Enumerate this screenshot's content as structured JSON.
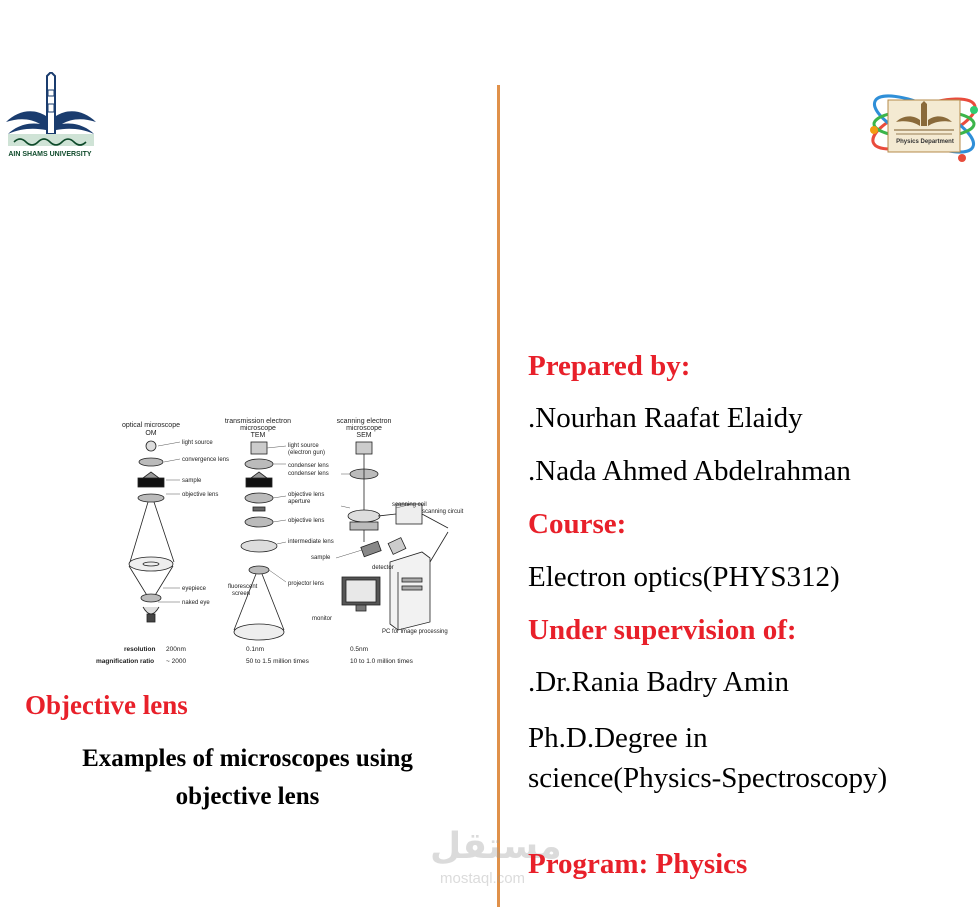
{
  "logos": {
    "left_caption": "AIN SHAMS UNIVERSITY",
    "right_caption": "Physics Department"
  },
  "figure": {
    "columns": [
      {
        "title_lines": [
          "optical microscope",
          "OM"
        ]
      },
      {
        "title_lines": [
          "transmission electron",
          "microscope",
          "TEM"
        ]
      },
      {
        "title_lines": [
          "scanning electron",
          "microscope",
          "SEM"
        ]
      }
    ],
    "labels": {
      "light_source": "light source",
      "convergence_lens": "convergence lens",
      "sample": "sample",
      "objective_lens": "objective lens",
      "eyepiece": "eyepiece",
      "naked_eye": "naked eye",
      "light_source_gun_1": "light source",
      "light_source_gun_2": "(electron gun)",
      "condenser_lens": "condenser lens",
      "objective_lens_aperture_1": "objective lens",
      "objective_lens_aperture_2": "aperture",
      "objective_lens_tem": "objective lens",
      "intermediate_lens": "intermediate lens",
      "projector_lens": "projector lens",
      "fluorescent_screen_1": "fluorescent",
      "fluorescent_screen_2": "screen",
      "sample_sem": "sample",
      "scanning_coil": "scanning coil",
      "scanning_circuit": "scanning circuit",
      "detector": "detector",
      "monitor": "monitor",
      "pc": "PC for image processing"
    },
    "specs": {
      "resolution_label": "resolution",
      "magnification_label": "magnification ratio",
      "om_resolution": "200nm",
      "om_magnification": "~ 2000",
      "tem_resolution": "0.1nm",
      "tem_magnification": "50 to 1.5 million times",
      "sem_resolution": "0.5nm",
      "sem_magnification": "10 to 1.0 million times"
    }
  },
  "left": {
    "title": "Objective lens",
    "caption_line1": "Examples of microscopes using",
    "caption_line2": "objective lens"
  },
  "right": {
    "prepared_by": "Prepared by:",
    "author1": ".Nourhan Raafat Elaidy",
    "author2": ".Nada Ahmed Abdelrahman",
    "course_heading": "Course:",
    "course": "Electron optics(PHYS312)",
    "supervision_heading": "Under supervision of:",
    "supervisor": ".Dr.Rania Badry Amin",
    "degree_line1": "Ph.D.Degree in",
    "degree_line2": "science(Physics-Spectroscopy)",
    "program": "Program: Physics"
  },
  "watermark": {
    "arabic": "مستقل",
    "latin": "mostaql.com"
  },
  "colors": {
    "heading_red": "#e8202a",
    "divider_orange": "#e0914a"
  }
}
